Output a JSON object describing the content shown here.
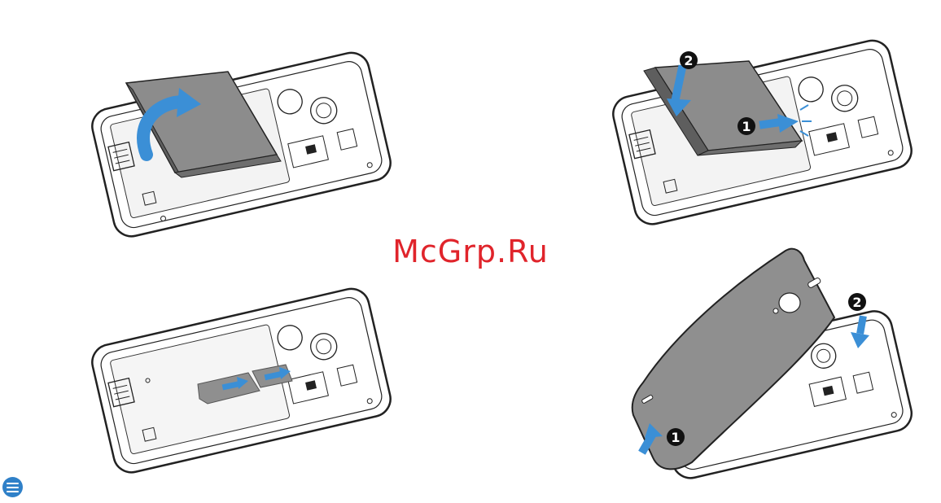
{
  "watermark": "McGrp.Ru",
  "steps": {
    "insert_battery": {
      "badge_1": "1",
      "badge_2": "2"
    },
    "close_cover": {
      "badge_1": "1",
      "badge_2": "2"
    }
  },
  "icons": {
    "note": "note-icon",
    "arrow_color": "#3b8fd6",
    "battery_color": "#8c8c8c",
    "cover_color": "#8f8f8f"
  }
}
